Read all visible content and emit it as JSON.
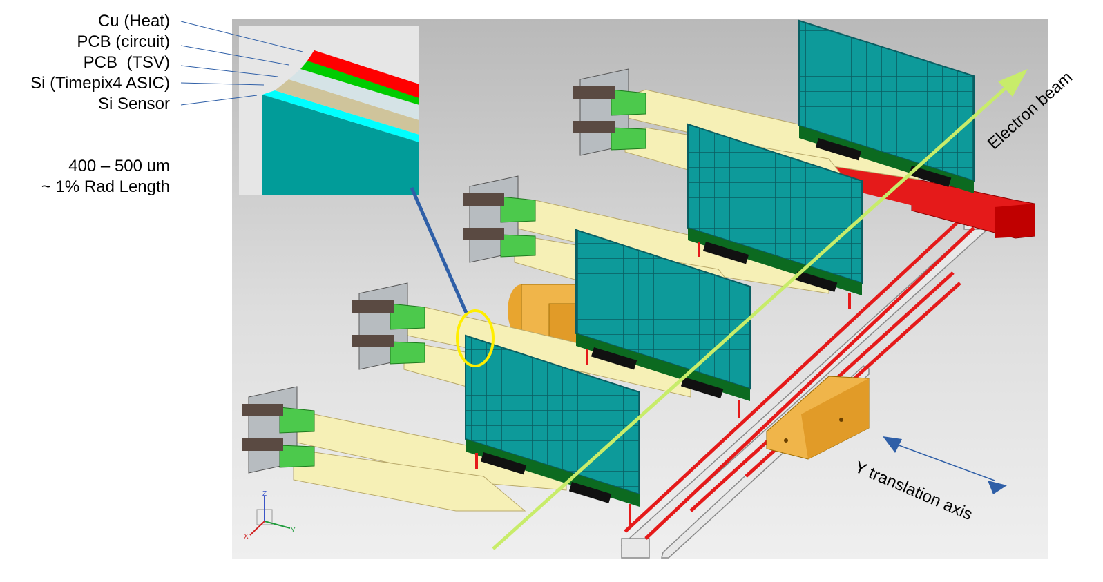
{
  "layer_labels": {
    "cu": "Cu (Heat)",
    "pcb_circuit": "PCB (circuit)",
    "pcb_tsv": "PCB  (TSV)",
    "si_asic": "Si (Timepix4 ASIC)",
    "si_sensor": "Si Sensor"
  },
  "thickness": {
    "range": "400 – 500 um",
    "rad_length": "~ 1% Rad Length"
  },
  "beam_label": "Electron beam",
  "translation_label": "Y translation axis",
  "axis_letters": {
    "z": "Z",
    "y": "Y",
    "x": "X"
  },
  "colors": {
    "cu": "#ff0000",
    "pcb_circuit": "#00cc00",
    "pcb_tsv": "#d5e3e6",
    "si_asic": "#cfc49b",
    "si_sensor_edge": "#00ffff",
    "sensor": "#009999",
    "beam": "#c8ec6a",
    "arrow": "#2f5fa7",
    "highlight": "#ffee00",
    "rail": "#e51a1a",
    "flex": "#f6f0b6"
  },
  "icons": {
    "beam": "arrow-icon",
    "translation": "double-arrow-icon",
    "axes": "axis-triad-icon",
    "highlight": "ellipse-icon"
  }
}
